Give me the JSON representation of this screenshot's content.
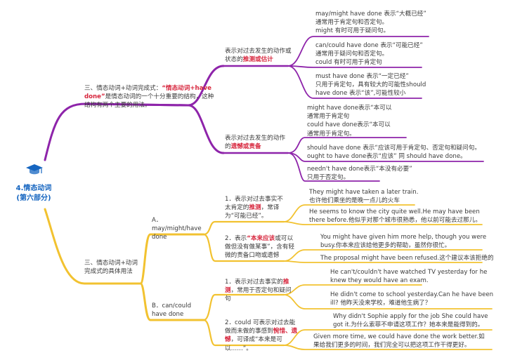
{
  "root": {
    "title": "4.情态动词",
    "subtitle": "(第六部分)",
    "icon": "graduation-cap-icon"
  },
  "colors": {
    "purple": "#8e24aa",
    "yellow": "#f2c230",
    "blue": "#1565c0",
    "red": "#d7263d",
    "navy": "#1a237e"
  },
  "upper": {
    "section": {
      "pre": "三、情态动词+动词完成式：",
      "highlight": "“情态动词+have done”",
      "post": "是情态动词的一个十分重要的结构，这种结构有两个主要的用法。"
    },
    "speculate": {
      "pre": "表示对过去发生的动作或状态的",
      "highlight": "推测或估计"
    },
    "reproach": {
      "pre": "表示对过去发生的动作的",
      "highlight": "遗憾或责备"
    },
    "leaves": [
      [
        "may/might have done 表示“大概已经”",
        "通常用于肯定句和否定句。",
        "might 有时可用于疑问句。"
      ],
      [
        "can/could have done 表示“可能已经”",
        "通常用于疑问句和否定句。",
        "could 有时可用于肯定句"
      ],
      [
        "must have done 表示“一定已经”",
        "只用于肯定句，具有较大的可能性should",
        "have done 表示“该”,可能性较小"
      ],
      [
        "might have done表示“本可以",
        "通常用于肯定句",
        "could have done表示“本可以",
        "通常用于肯定句。"
      ],
      [
        "should have done 表示“应该可用于肯定句、否定句和疑问句。",
        "ought to have done表示“应该” 同 should have done。"
      ],
      [
        "needn't have done表示“本没有必要”",
        "只用于否定句。"
      ]
    ]
  },
  "lower": {
    "section": "三、情态动词+动词完成式的具体用法",
    "a_label": "A．may/might/have done",
    "b_label": "B．can/could have done",
    "a1": {
      "pre": "1．表示对过去事实不太肯定的",
      "highlight": "推测",
      "post": "，常译为“可能已经”。"
    },
    "a2": {
      "pre": "2．表示",
      "highlight": "“本来应该",
      "post": "或可以做但没有做某事”，含有轻微的责备口吻或遗憾"
    },
    "b1": {
      "pre": "1．表示对过去事实的",
      "highlight": "推测",
      "post": "，常用于否定句和疑问句"
    },
    "b2": {
      "pre": "2．could 可表示对过去能做而未做的事感到",
      "highlight": "惋惜、遗憾",
      "post": "，可译成“本来是可以……”。"
    },
    "examples": [
      [
        "They might have taken a later train.",
        "也许他们乘坐的是晚一点儿的火车"
      ],
      [
        "He seems to know the city quite well.He may have been",
        "there before.他似乎对那个城市很熟悉，他以前可能去过那儿。"
      ],
      [
        "You might have given him more help, though you were",
        "busy.你本来应该给他更多的帮助，虽然你很忙。"
      ],
      [
        "The proposal might have been refused.这个建议本该拒绝的"
      ],
      [
        "He can't/couldn't have watched TV yesterday for he",
        "knew they would have an exam."
      ],
      [
        "He didn't come to school yesterday.Can he have been",
        "ill?  他昨天没来学校，难道他生病了？"
      ],
      [
        "Why didn't Sophie apply for the job She could have",
        "got it.为什么索菲不申请这项工作？她本来是能得到的。"
      ],
      [
        "Given more time, we could have done the work better.如",
        "果给我们更多的时间，我们完全可以把这项工作干得更好。"
      ]
    ]
  }
}
